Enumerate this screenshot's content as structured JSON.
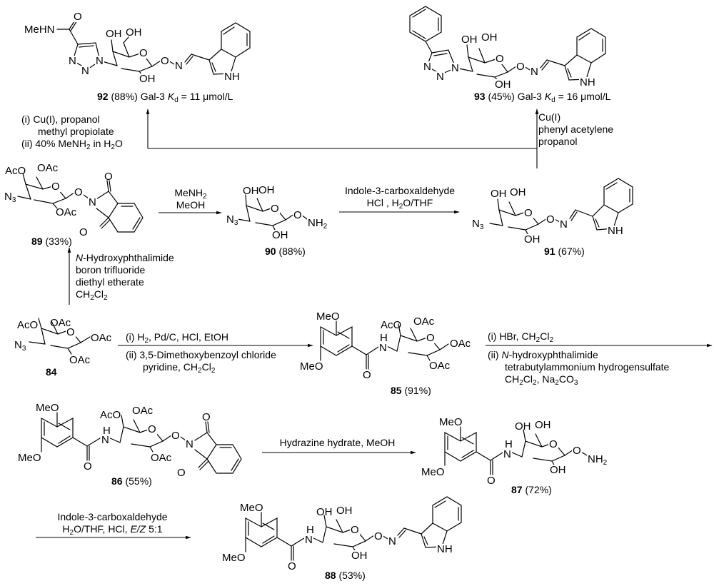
{
  "title": "Synthesis scheme of galactoside oxime Gal-3 ligands",
  "compounds": [
    {
      "id": "92",
      "number": "92",
      "yield": "(88%)",
      "extra_prefix": "Gal-3 ",
      "kd_symbol": "K",
      "kd_sub": "d",
      "kd_value": " = 11 μmol/L"
    },
    {
      "id": "93",
      "number": "93",
      "yield": "(45%)",
      "extra_prefix": "Gal-3 ",
      "kd_symbol": "K",
      "kd_sub": "d",
      "kd_value": " = 16 μmol/L"
    },
    {
      "id": "89",
      "number": "89",
      "yield": "(33%)"
    },
    {
      "id": "90",
      "number": "90",
      "yield": "(88%)"
    },
    {
      "id": "91",
      "number": "91",
      "yield": "(67%)"
    },
    {
      "id": "84",
      "number": "84",
      "yield": ""
    },
    {
      "id": "85",
      "number": "85",
      "yield": "(91%)"
    },
    {
      "id": "86",
      "number": "86",
      "yield": "(55%)"
    },
    {
      "id": "87",
      "number": "87",
      "yield": "(72%)"
    },
    {
      "id": "88",
      "number": "88",
      "yield": "(53%)"
    }
  ],
  "atoms": {
    "OH": "OH",
    "OAc": "OAc",
    "AcO": "AcO",
    "O": "O",
    "N": "N",
    "NH": "NH",
    "H": "H",
    "MeO": "MeO",
    "MeHN": "MeHN",
    "N3_main": "N",
    "N3_sub": "3",
    "NH2_main": "NH",
    "NH2_sub": "2"
  },
  "conditions": {
    "to_92": {
      "line1": "(i) Cu(I), propanol",
      "line2": "methyl propiolate",
      "line3_a": "(ii) 40% MeNH",
      "line3_sub1": "2",
      "line3_b": " in H",
      "line3_sub2": "2",
      "line3_c": "O"
    },
    "to_93": {
      "line1": "Cu(I)",
      "line2": "phenyl acetylene",
      "line3": "propanol"
    },
    "89_to_90": {
      "line1_a": "MeNH",
      "line1_sub": "2",
      "line2": "MeOH"
    },
    "90_to_91": {
      "line1": "Indole-3-carboxaldehyde",
      "line2_a": "HCl , H",
      "line2_sub": "2",
      "line2_b": "O/THF"
    },
    "84_to_89": {
      "line1_italic": "N",
      "line1_rest": "-Hydroxyphthalimide",
      "line2": "boron trifluoride",
      "line3": "diethyl etherate",
      "line4_a": "CH",
      "line4_sub1": "2",
      "line4_b": "Cl",
      "line4_sub2": "2"
    },
    "84_to_85": {
      "above_a": "(i) H",
      "above_sub": "2",
      "above_b": ", Pd/C, HCl, EtOH",
      "below1": "(ii) 3,5-Dimethoxybenzoyl chloride",
      "below2_a": "pyridine, CH",
      "below2_sub1": "2",
      "below2_b": "Cl",
      "below2_sub2": "2"
    },
    "85_to_86": {
      "above_a": "(i) HBr, CH",
      "above_sub1": "2",
      "above_b": "Cl",
      "above_sub2": "2",
      "below1_a": "(ii) ",
      "below1_italic": "N",
      "below1_rest": "-hydroxyphthalimide",
      "below2": "tetrabutylammonium hydrogensulfate",
      "below3_a": "CH",
      "below3_sub1": "2",
      "below3_b": "Cl",
      "below3_sub2": "2",
      "below3_c": ", Na",
      "below3_sub3": "2",
      "below3_d": "CO",
      "below3_sub4": "3"
    },
    "86_to_87": {
      "line1": "Hydrazine hydrate, MeOH"
    },
    "87_to_88": {
      "line1": "Indole-3-carboxaldehyde",
      "line2_a": "H",
      "line2_sub": "2",
      "line2_b": "O/THF, HCl,  ",
      "line2_italic": "E/Z",
      "line2_c": " 5:1"
    }
  }
}
